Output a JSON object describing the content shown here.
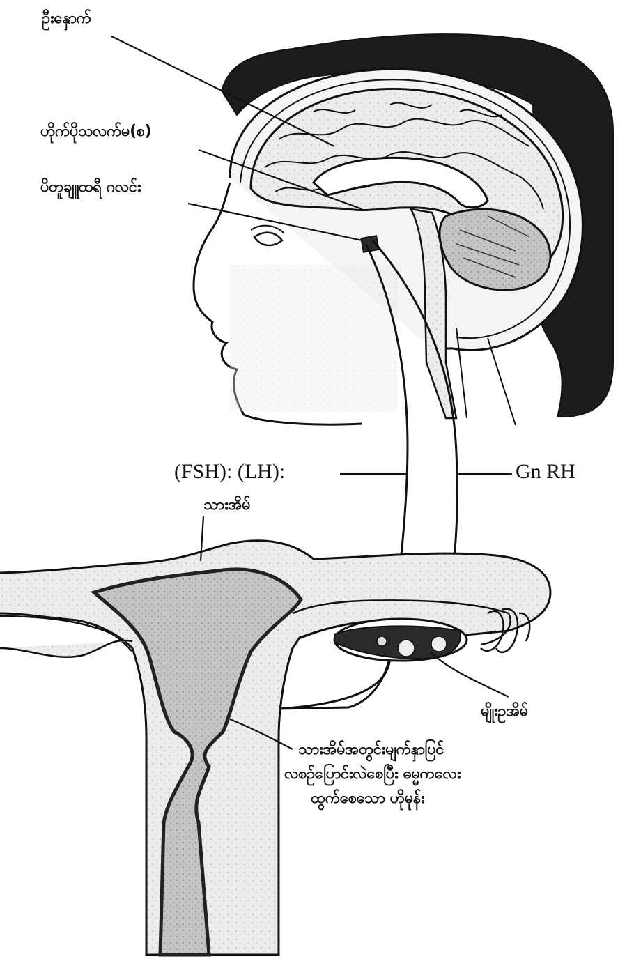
{
  "labels": {
    "brain": "ဦးနှောက်",
    "hypothalamus": "ဟိုက်ပိုသလက်မ(စ)",
    "pituitary": "ပိတူချူထရီ ဂလင်း",
    "fsh_lh": "(FSH): (LH):",
    "gnrh": "Gn RH",
    "uterus": "သားအိမ်",
    "ovary": "မျိုးဥအိမ်",
    "hormone_caption": [
      "သားအိမ်အတွင်းမျက်နှာပြင်",
      "လစဉ်ပြောင်းလဲစေပြီး ဓမ္မကလေး",
      "ထွက်စေသော ဟိုမုန်း"
    ]
  },
  "colors": {
    "ink": "#111111",
    "hair": "#1c1c1c",
    "tissue": "#b9b9b9",
    "paper": "#ffffff"
  }
}
